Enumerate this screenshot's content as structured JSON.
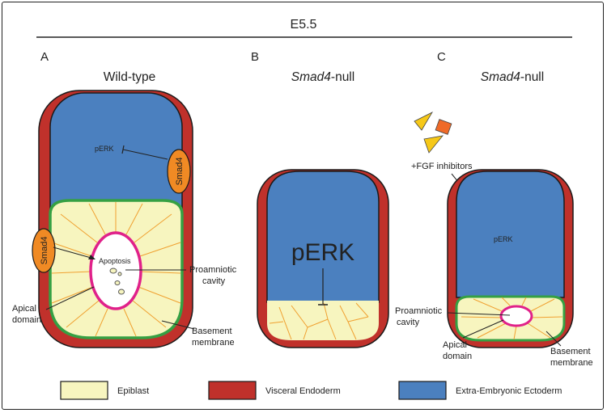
{
  "stage_label": "E5.5",
  "colors": {
    "epiblast": "#f7f5bf",
    "visceral_endoderm": "#c0312b",
    "extra_embryonic_ectoderm": "#4b80bf",
    "basement_membrane": "#35a043",
    "cavity_outline": "#e0218a",
    "smad4": "#f08a24",
    "cell_lines": "#f0a030",
    "fgf_yellow": "#f6c818",
    "fgf_orange": "#ef6a28"
  },
  "panels": [
    {
      "letter": "A",
      "title": "Wild-type",
      "title_italic_part": ""
    },
    {
      "letter": "B",
      "title": "-null",
      "title_italic_part": "Smad4"
    },
    {
      "letter": "C",
      "title": "-null",
      "title_italic_part": "Smad4"
    }
  ],
  "panel_a": {
    "perk": "pERK",
    "smad4_top": "Smad4",
    "smad4_left": "Smad4",
    "apoptosis": "Apoptosis",
    "proamniotic_line1": "Proamniotic",
    "proamniotic_line2": "cavity",
    "apical_line1": "Apical",
    "apical_line2": "domain",
    "basement_line1": "Basement",
    "basement_line2": "membrane"
  },
  "panel_b": {
    "perk": "pERK"
  },
  "panel_c": {
    "fgf_inhibitors": "+FGF inhibitors",
    "perk": "pERK",
    "proamniotic_line1": "Proamniotic",
    "proamniotic_line2": "cavity",
    "apical_line1": "Apical",
    "apical_line2": "domain",
    "basement_line1": "Basement",
    "basement_line2": "membrane"
  },
  "legend": [
    {
      "label": "Epiblast",
      "color_key": "epiblast"
    },
    {
      "label": "Visceral Endoderm",
      "color_key": "visceral_endoderm"
    },
    {
      "label": "Extra-Embryonic Ectoderm",
      "color_key": "extra_embryonic_ectoderm"
    }
  ]
}
